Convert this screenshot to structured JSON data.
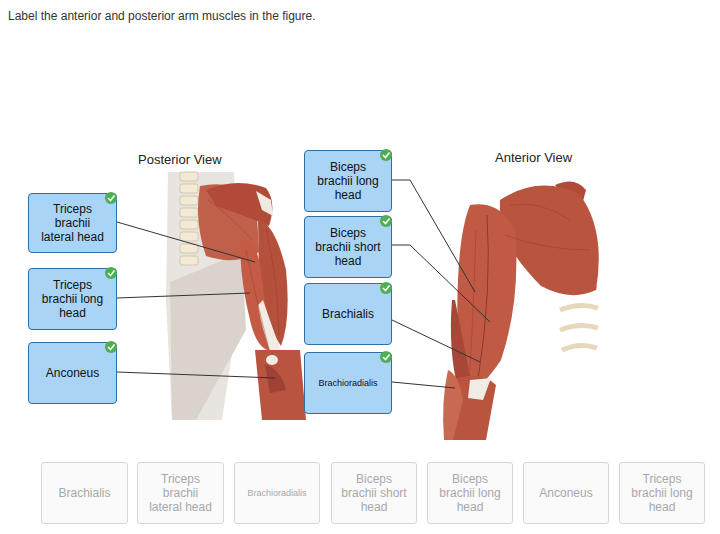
{
  "diagram": {
    "title": "Label the anterior and posterior arm muscles in the figure.",
    "nodes": [
      {
        "text": [
          "Triceps brachii lateral head"
        ]
      },
      {
        "text": [
          "Triceps brachii long head"
        ]
      },
      {
        "text": [
          "Anconeus"
        ]
      },
      {
        "text": [
          "Biceps brachii long head"
        ]
      },
      {
        "text": [
          "Biceps brachii short head"
        ]
      },
      {
        "text": [
          "Brachialis"
        ]
      },
      {
        "text": [
          "Brachioradialis"
        ]
      },
      {
        "text": [
          "Brachialis"
        ]
      },
      {
        "text": [
          "Triceps brachii lateral head"
        ]
      },
      {
        "text": [
          "Brachioradialis"
        ]
      },
      {
        "text": [
          "Biceps brachii short head"
        ]
      },
      {
        "text": [
          "Biceps brachii long head"
        ]
      },
      {
        "text": [
          "Anconeus"
        ]
      },
      {
        "text": [
          "Triceps brachii long head"
        ]
      }
    ],
    "labels": [
      "Posterior View",
      "Anterior View"
    ]
  }
}
